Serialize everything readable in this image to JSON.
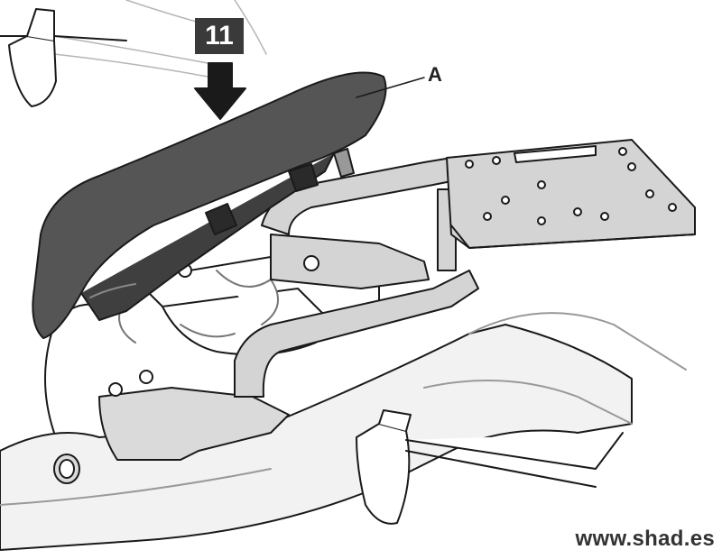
{
  "step": {
    "number": "11"
  },
  "callouts": [
    {
      "label": "A"
    }
  ],
  "footer": {
    "website": "www.shad.es"
  },
  "colors": {
    "seat_fill": "#555555",
    "rack_fill": "#d4d4d4",
    "outline": "#1a1a1a",
    "badge_bg": "#3a3a3a"
  },
  "icons": {
    "press_arrow": "down-arrow-icon"
  }
}
